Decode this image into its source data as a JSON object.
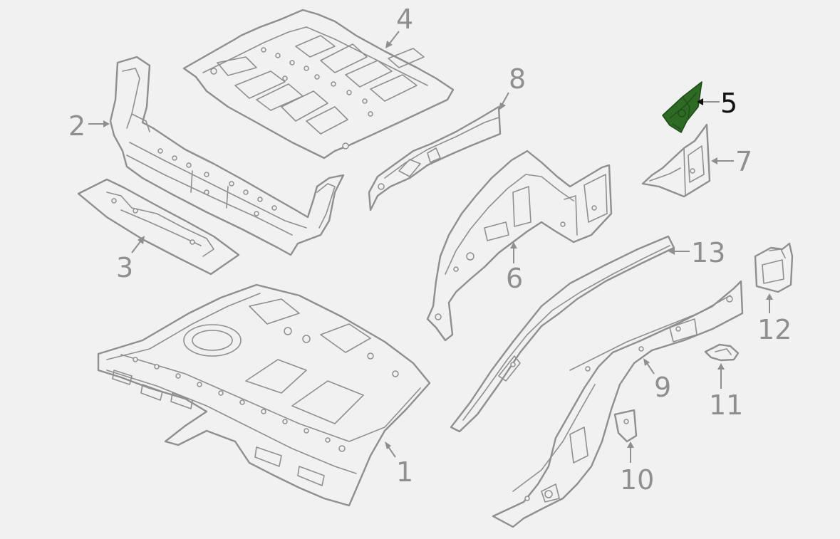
{
  "diagram": {
    "callouts": [
      {
        "id": "1",
        "label": "1"
      },
      {
        "id": "2",
        "label": "2"
      },
      {
        "id": "3",
        "label": "3"
      },
      {
        "id": "4",
        "label": "4"
      },
      {
        "id": "5",
        "label": "5",
        "highlighted": true
      },
      {
        "id": "6",
        "label": "6"
      },
      {
        "id": "7",
        "label": "7"
      },
      {
        "id": "8",
        "label": "8"
      },
      {
        "id": "9",
        "label": "9"
      },
      {
        "id": "10",
        "label": "10"
      },
      {
        "id": "11",
        "label": "11"
      },
      {
        "id": "12",
        "label": "12"
      },
      {
        "id": "13",
        "label": "13"
      }
    ],
    "colors": {
      "background": "#f1f1f1",
      "line_art": "#8f8f8f",
      "highlight_fill": "#2f6a24",
      "highlight_label": "#111111"
    }
  }
}
